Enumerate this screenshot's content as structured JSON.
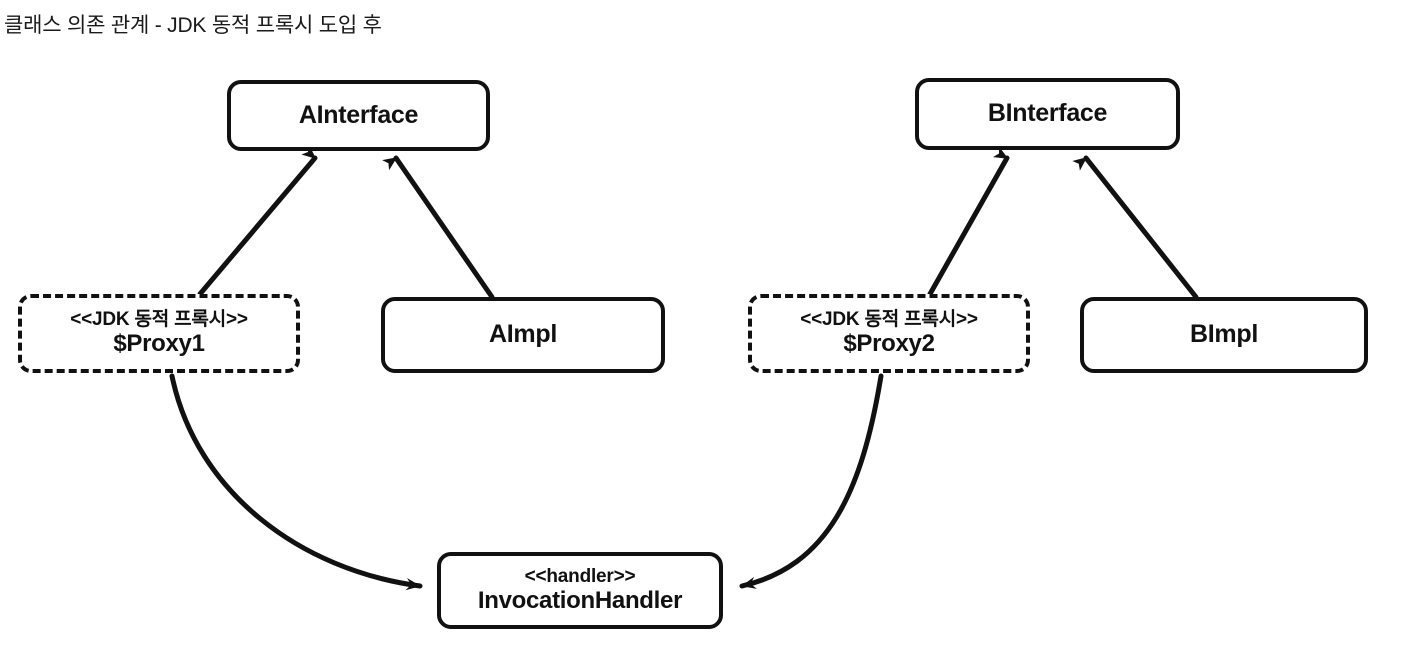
{
  "title": "클래스 의존 관계 - JDK 동적 프록시 도입 후",
  "colors": {
    "background": "#ffffff",
    "stroke": "#111111",
    "text": "#1a1a1a"
  },
  "nodes": {
    "ainterface": {
      "label": "AInterface",
      "style": "solid"
    },
    "binterface": {
      "label": "BInterface",
      "style": "solid"
    },
    "proxy1": {
      "stereotype": "<<JDK 동적 프록시>>",
      "label": "$Proxy1",
      "style": "dashed"
    },
    "proxy2": {
      "stereotype": "<<JDK 동적 프록시>>",
      "label": "$Proxy2",
      "style": "dashed"
    },
    "aimpl": {
      "label": "AImpl",
      "style": "solid"
    },
    "bimpl": {
      "label": "BImpl",
      "style": "solid"
    },
    "handler": {
      "stereotype": "<<handler>>",
      "label": "InvocationHandler",
      "style": "solid"
    }
  },
  "edges": [
    {
      "name": "proxy1-implements-ainterface",
      "from": "proxy1",
      "to": "ainterface",
      "shape": "straight",
      "arrow": "solid-triangle"
    },
    {
      "name": "aimpl-implements-ainterface",
      "from": "aimpl",
      "to": "ainterface",
      "shape": "straight",
      "arrow": "solid-triangle"
    },
    {
      "name": "proxy2-implements-binterface",
      "from": "proxy2",
      "to": "binterface",
      "shape": "straight",
      "arrow": "solid-triangle"
    },
    {
      "name": "bimpl-implements-binterface",
      "from": "bimpl",
      "to": "binterface",
      "shape": "straight",
      "arrow": "solid-triangle"
    },
    {
      "name": "proxy1-uses-handler",
      "from": "proxy1",
      "to": "handler",
      "shape": "curved",
      "arrow": "open-arrow"
    },
    {
      "name": "proxy2-uses-handler",
      "from": "proxy2",
      "to": "handler",
      "shape": "curved",
      "arrow": "open-arrow"
    }
  ]
}
